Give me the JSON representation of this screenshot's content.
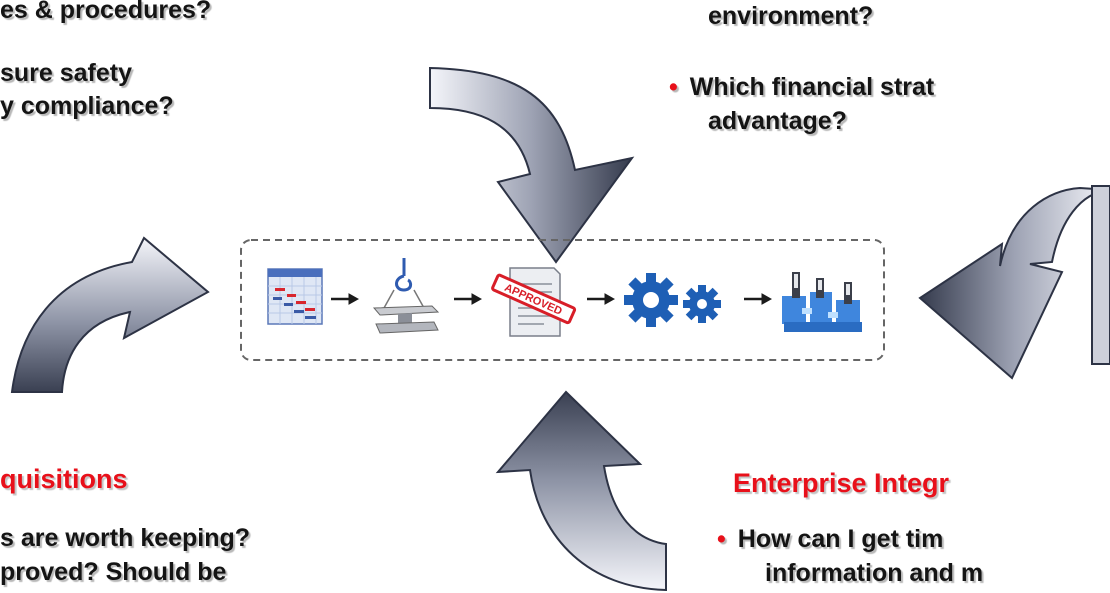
{
  "top_left": {
    "lines": [
      "es & procedures?",
      "sure safety",
      "y compliance?"
    ]
  },
  "top_right": {
    "line1": "environment?",
    "bullet_line": "Which financial strat",
    "line3": "advantage?"
  },
  "bottom_left": {
    "header": "quisitions",
    "line1": "s are worth keeping?",
    "line2": "proved? Should be"
  },
  "bottom_right": {
    "header": "Enterprise Integr",
    "bullet_line": "How can I get tim",
    "line2": "information and m"
  },
  "process": {
    "stamp_text": "APPROVED",
    "steps": [
      "chart-icon",
      "beam-hook-icon",
      "approved-document-icon",
      "gears-icon",
      "factory-icon"
    ]
  },
  "colors": {
    "accent_red": "#e8101a",
    "arrow_light": "#eef0f6",
    "arrow_dark": "#3e4558"
  }
}
